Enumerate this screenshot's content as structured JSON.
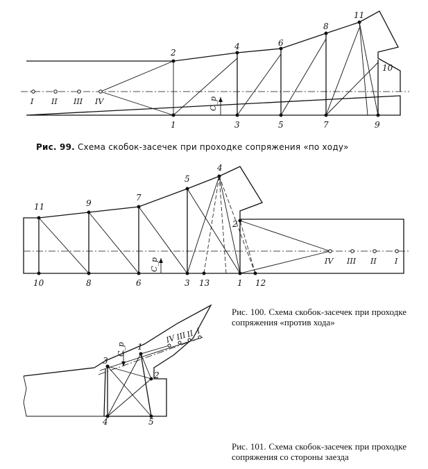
{
  "fig99": {
    "points_bottom": [
      "1",
      "3",
      "5",
      "7",
      "9"
    ],
    "points_top": [
      "2",
      "4",
      "6",
      "8",
      "11"
    ],
    "point_side": "10",
    "roman": [
      "I",
      "II",
      "III",
      "IV"
    ],
    "dim": "C_p",
    "caption_label": "Рис. 99.",
    "caption_text": "Схема скобок-засечек при проходке сопряжения «по ходу»"
  },
  "fig100": {
    "points_bottom": [
      "10",
      "8",
      "6",
      "3",
      "13",
      "1",
      "12"
    ],
    "points_top": [
      "11",
      "9",
      "7",
      "5",
      "4"
    ],
    "point_side": "2",
    "roman": [
      "IV",
      "III",
      "II",
      "I"
    ],
    "dim": "C_p",
    "caption_label": "Рис. 100.",
    "caption_text": "Схема скобок-засечек при проходке сопряжения «против хода»"
  },
  "fig101": {
    "points": [
      "3",
      "1",
      "2",
      "4",
      "5"
    ],
    "roman": [
      "IV",
      "III",
      "II",
      "I"
    ],
    "dim": "C_p",
    "caption_label": "Рис. 101.",
    "caption_text": "Схема скобок-засечек при проходке сопряжения со стороны заезда"
  }
}
